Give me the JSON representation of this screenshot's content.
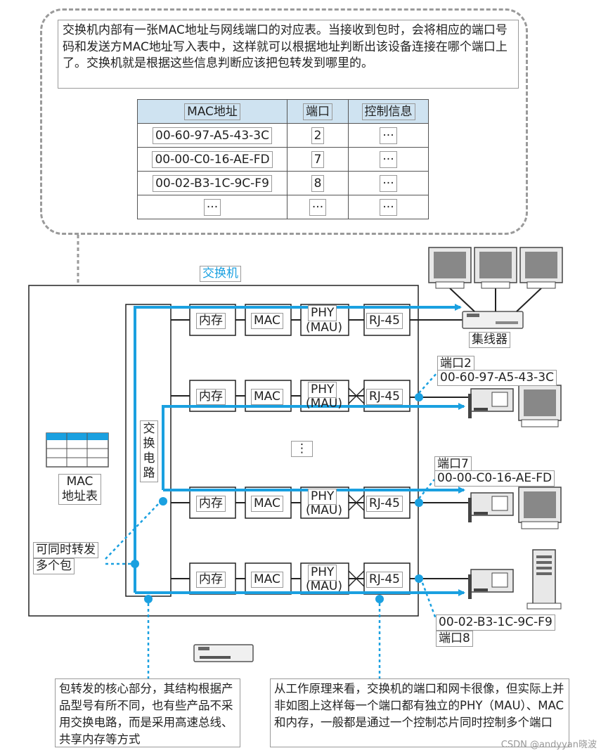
{
  "top_note": "交换机内部有一张MAC地址与网线端口的对应表。当接收到包时，会将相应的端口号码和发送方MAC地址写入表中，这样就可以根据地址判断出该设备连接在哪个端口上了。交换机就是根据这些信息判断应该把包转发到哪里的。",
  "table": {
    "headers": [
      "MAC地址",
      "端口",
      "控制信息"
    ],
    "rows": [
      [
        "00-60-97-A5-43-3C",
        "2",
        "···"
      ],
      [
        "00-00-C0-16-AE-FD",
        "7",
        "···"
      ],
      [
        "00-02-B3-1C-9C-F9",
        "8",
        "···"
      ],
      [
        "···",
        "···",
        "···"
      ]
    ]
  },
  "switch_label": "交换机",
  "switch_circuit_label": "交换电路",
  "module_labels": {
    "memory": "内存",
    "mac": "MAC",
    "phy": "PHY",
    "mau": "(MAU)",
    "rj45": "RJ-45"
  },
  "ellipsis": "⋮",
  "mac_table_label": [
    "MAC",
    "地址表"
  ],
  "hub_label": "集线器",
  "ports": [
    {
      "port": "端口2",
      "mac": "00-60-97-A5-43-3C"
    },
    {
      "port": "端口7",
      "mac": "00-00-C0-16-AE-FD"
    },
    {
      "port": "端口8",
      "mac": "00-02-B3-1C-9C-F9"
    }
  ],
  "multi_forward_label": [
    "可同时转发",
    "多个包"
  ],
  "bottom_left_note": "包转发的核心部分，其结构根据产品型号有所不同，也有些产品不采用交换电路，而是采用高速总线、共享内存等方式",
  "bottom_right_note": "从工作原理来看，交换机的端口和网卡很像，但实际上并非如图上这样每一个端口都有独立的PHY（MAU）、MAC和内存，一般都是通过一个控制芯片同时控制多个端口",
  "watermark": "CSDN @andyyan晓波",
  "colors": {
    "accent": "#1aa0e0",
    "header_bg": "#cfe3f1",
    "line": "#222222",
    "dashed": "#9a9a9a"
  }
}
